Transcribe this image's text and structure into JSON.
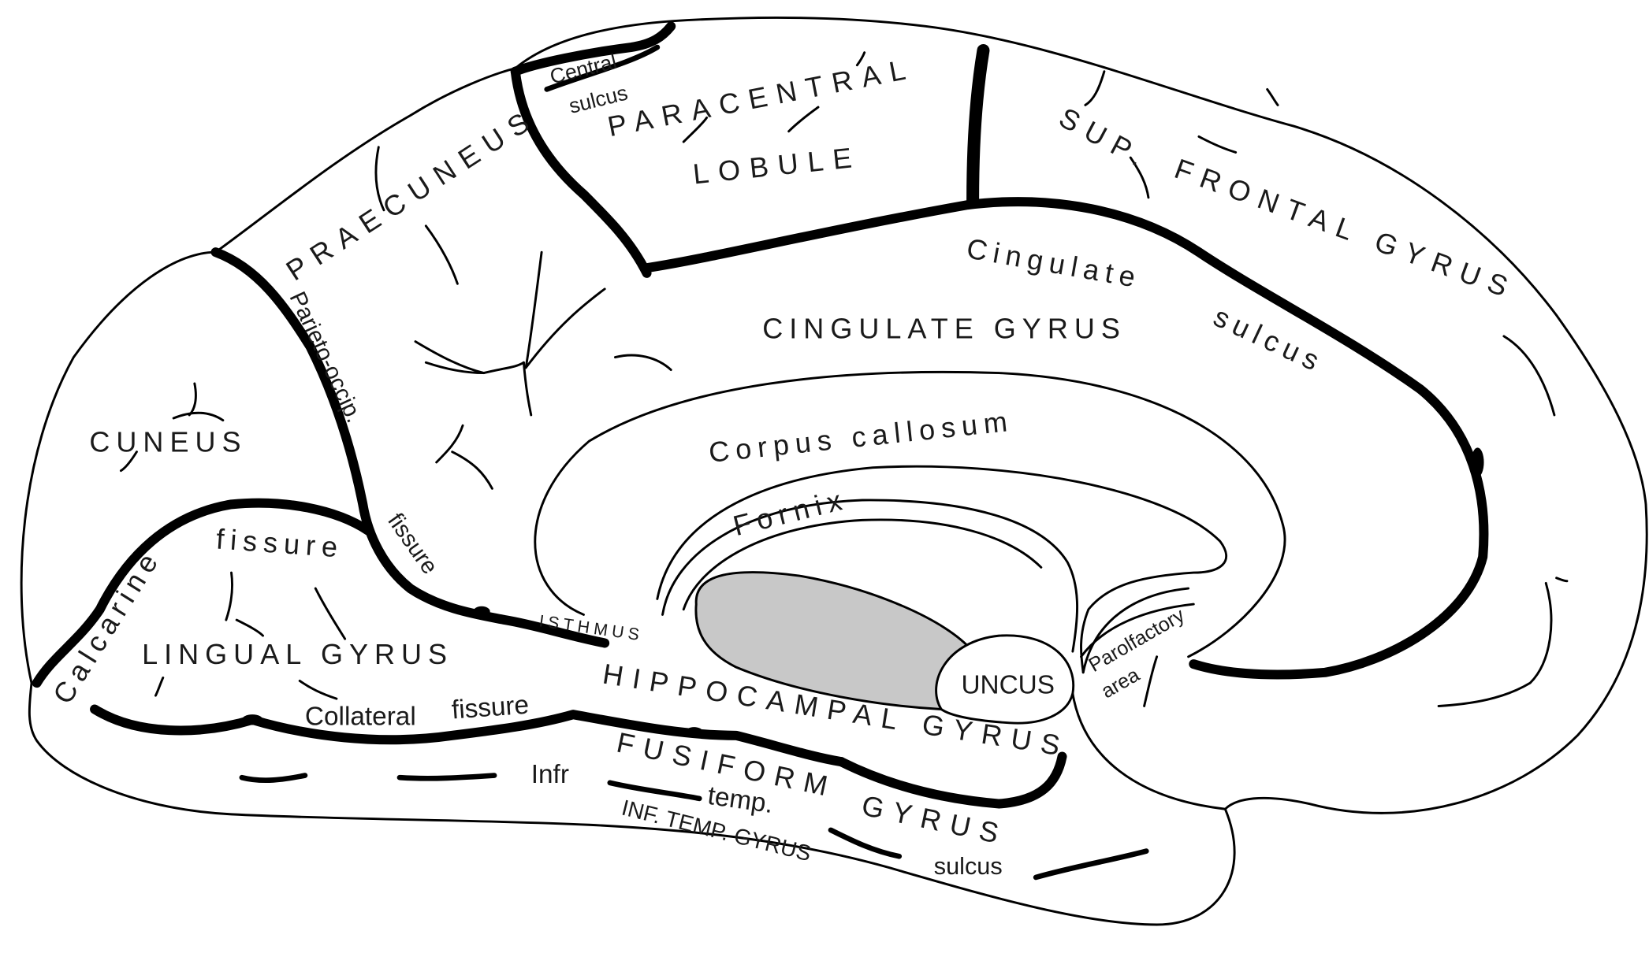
{
  "labels": {
    "central_sulcus_1": "Central",
    "central_sulcus_2": "sulcus",
    "paracentral": "PARACENTRAL",
    "lobule": "LOBULE",
    "sup": "SUP.",
    "frontal_gyrus": "FRONTAL GYRUS",
    "praecuneus": "PRAECUNEUS",
    "cingulate_sulcus_1": "Cingulate",
    "cingulate_sulcus_2": "sulcus",
    "cingulate_gyrus": "CINGULATE GYRUS",
    "parieto_occip": "Parieto-occip.",
    "fissure_po": "fissure",
    "cuneus": "CUNEUS",
    "corpus_callosum": "Corpus callosum",
    "fornix": "Fornix",
    "calcarine": "Calcarine",
    "fissure_calc": "fissure",
    "lingual_gyrus": "LINGUAL GYRUS",
    "isthmus": "ISTHMUS",
    "hippocampal_gyrus": "HIPPOCAMPAL GYRUS",
    "uncus": "UNCUS",
    "parolfactory": "Parolfactory",
    "area": "area",
    "collateral": "Collateral",
    "fissure_coll": "fissure",
    "fusiform_gyrus_1": "FUSIFORM",
    "fusiform_gyrus_2": "GYRUS",
    "infr": "Infr",
    "temp": "temp.",
    "inf_temp_gyrus": "INF. TEMP. GYRUS",
    "sulcus_it": "sulcus"
  },
  "colors": {
    "line": "#000000",
    "background": "#ffffff",
    "thalamus_fill": "#c8c8c8"
  }
}
